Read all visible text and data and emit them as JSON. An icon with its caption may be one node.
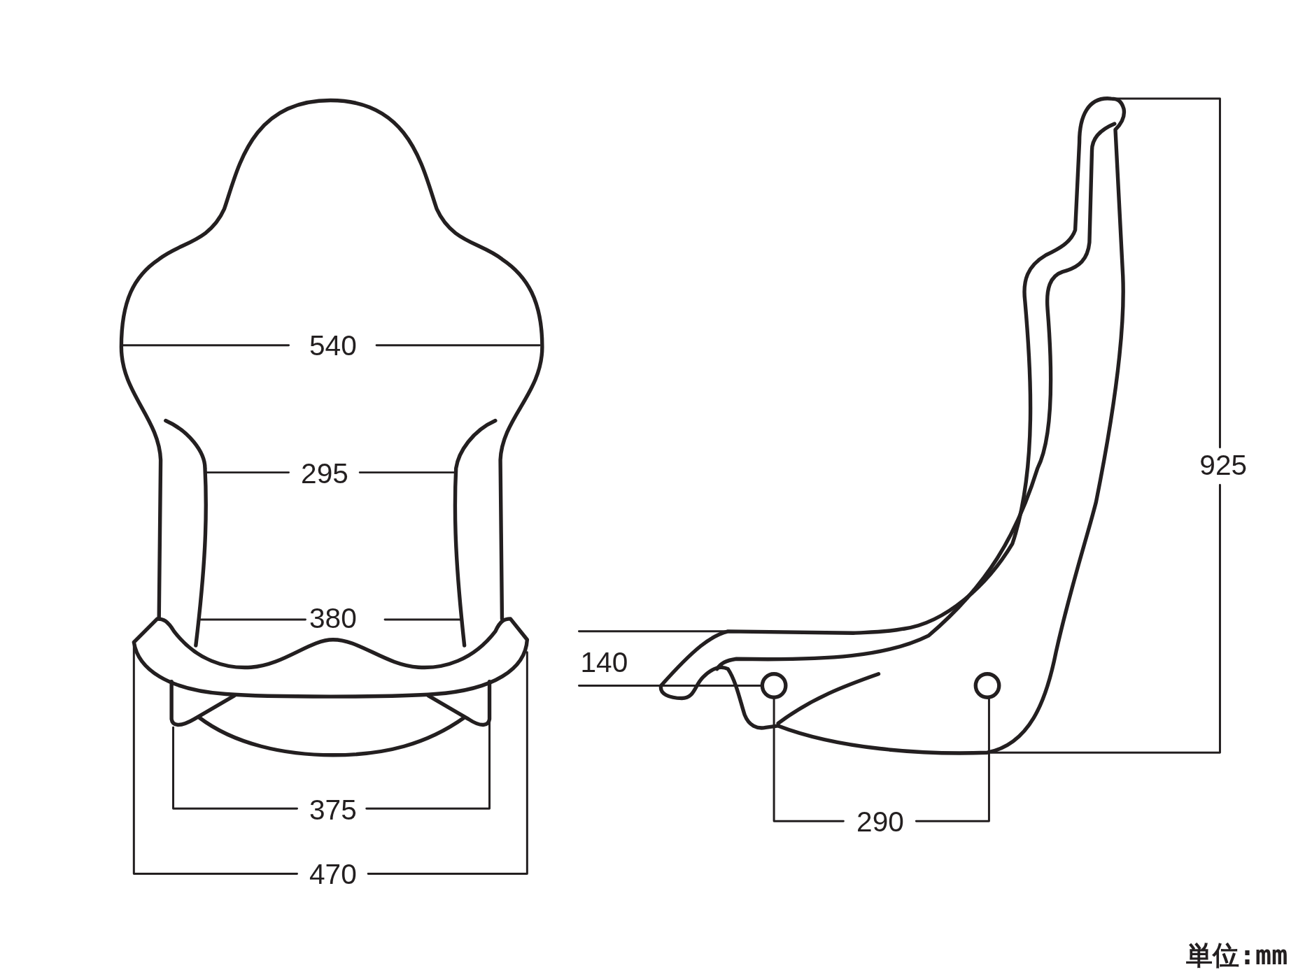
{
  "diagram": {
    "labels": [
      "540",
      "925",
      "295",
      "380",
      "140",
      "375",
      "290",
      "470",
      "単位:mm"
    ]
  }
}
